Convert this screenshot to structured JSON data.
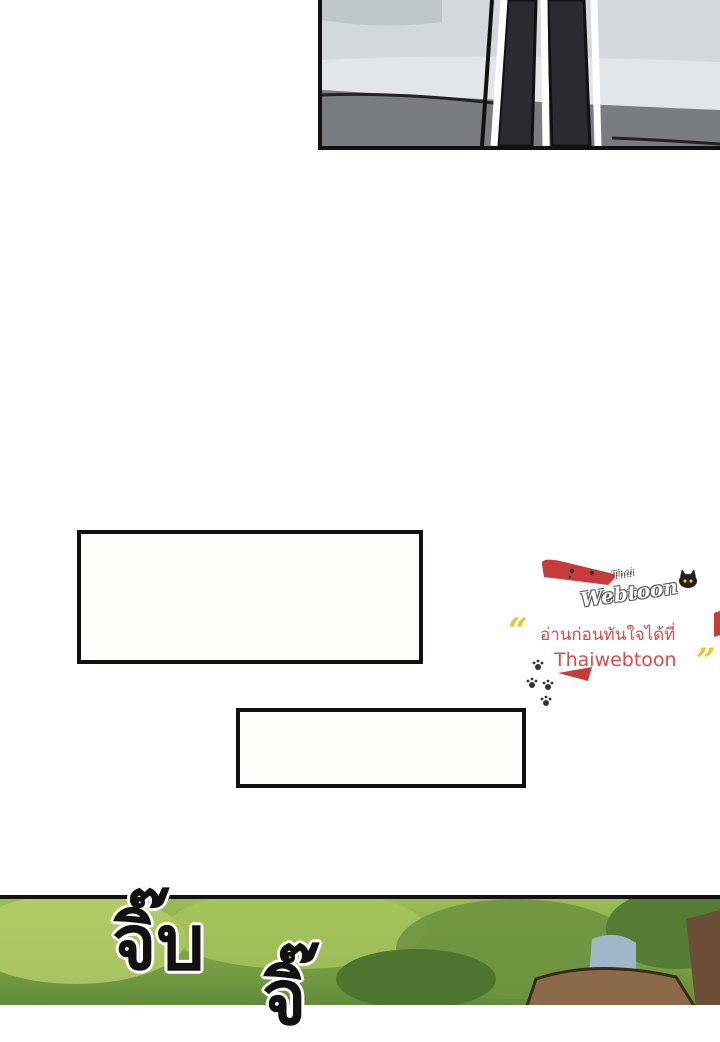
{
  "watermark": {
    "logo_small": "Thai",
    "logo_script": "Webtoon",
    "quote_open": "“",
    "tagline": "อ่านก่อนทันใจได้ที่",
    "site": "Thaiwebtoon",
    "quote_close": "”",
    "icons": [
      "cat-icon",
      "paw-print-icon"
    ],
    "colors": {
      "accent_yellow": "#f2c22c",
      "text_red": "#d94c4c",
      "ribbon_red": "#c73b3b"
    }
  },
  "sound_effects": [
    {
      "text": "จิ๊บ"
    },
    {
      "text": "จิ๊"
    }
  ]
}
